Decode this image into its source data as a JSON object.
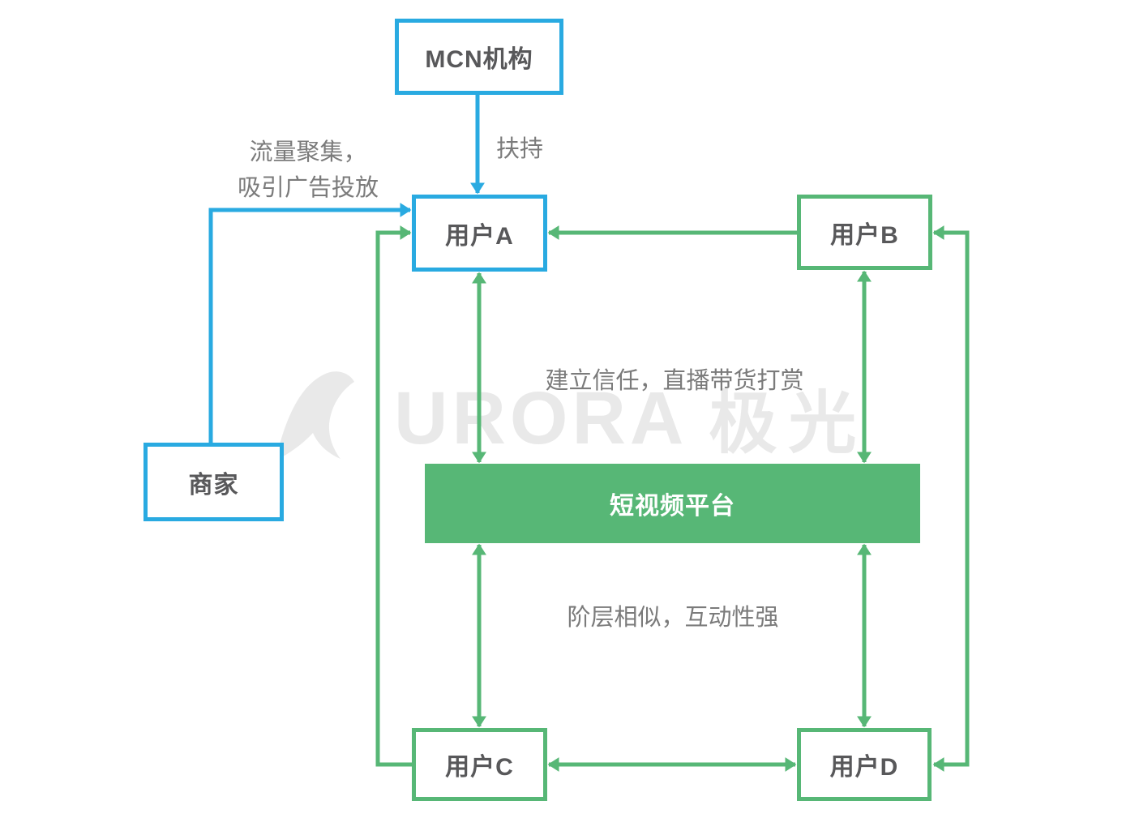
{
  "diagram": {
    "nodes": {
      "mcn": {
        "label": "MCN机构"
      },
      "userA": {
        "label": "用户A"
      },
      "userB": {
        "label": "用户B"
      },
      "merchant": {
        "label": "商家"
      },
      "platform": {
        "label": "短视频平台"
      },
      "userC": {
        "label": "用户C"
      },
      "userD": {
        "label": "用户D"
      }
    },
    "edge_labels": {
      "support": "扶持",
      "traffic_line1": "流量聚集，",
      "traffic_line2": "吸引广告投放",
      "trust": "建立信任，直播带货打赏",
      "similar": "阶层相似，互动性强"
    },
    "colors": {
      "blue_accent": "#29aae1",
      "green_accent": "#57b776",
      "node_text": "#58585a",
      "label_text": "#7b7b7b",
      "platform_text": "#ffffff",
      "watermark": "#e9e9e9",
      "background": "#ffffff"
    },
    "watermark": {
      "icon": "aurora-logo-icon",
      "latin": "URORA",
      "cjk": "极光"
    }
  }
}
